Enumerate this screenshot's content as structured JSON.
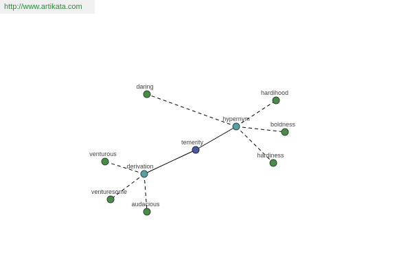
{
  "banner": {
    "url": "http://www.artikata.com"
  },
  "graph": {
    "nodes": [
      {
        "id": "temerity",
        "label": "temerity",
        "kind": "center"
      },
      {
        "id": "hypernym",
        "label": "hypernym",
        "kind": "relation"
      },
      {
        "id": "derivation",
        "label": "derivation",
        "kind": "relation"
      },
      {
        "id": "daring",
        "label": "daring",
        "kind": "word"
      },
      {
        "id": "hardihood",
        "label": "hardihood",
        "kind": "word"
      },
      {
        "id": "boldness",
        "label": "boldness",
        "kind": "word"
      },
      {
        "id": "hardiness",
        "label": "hardiness",
        "kind": "word"
      },
      {
        "id": "venturous",
        "label": "venturous",
        "kind": "word"
      },
      {
        "id": "venturesome",
        "label": "venturesome",
        "kind": "word"
      },
      {
        "id": "audacious",
        "label": "audacious",
        "kind": "word"
      }
    ],
    "edges": [
      {
        "from": "temerity",
        "to": "hypernym",
        "style": "solid"
      },
      {
        "from": "temerity",
        "to": "derivation",
        "style": "solid"
      },
      {
        "from": "hypernym",
        "to": "daring",
        "style": "dashed"
      },
      {
        "from": "hypernym",
        "to": "hardihood",
        "style": "dashed"
      },
      {
        "from": "hypernym",
        "to": "boldness",
        "style": "dashed"
      },
      {
        "from": "hypernym",
        "to": "hardiness",
        "style": "dashed"
      },
      {
        "from": "derivation",
        "to": "venturous",
        "style": "dashed"
      },
      {
        "from": "derivation",
        "to": "venturesome",
        "style": "dashed"
      },
      {
        "from": "derivation",
        "to": "audacious",
        "style": "dashed"
      }
    ]
  },
  "colors": {
    "word": "#4a8a4a",
    "relation": "#5b9ea0",
    "center": "#4a5aa0",
    "banner_text": "#2e8b3d"
  }
}
